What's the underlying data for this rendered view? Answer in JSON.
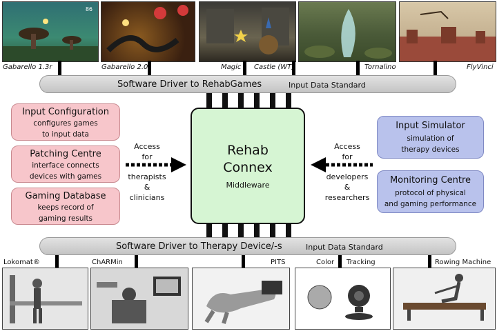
{
  "games": [
    {
      "label": "Gabarello 1.3r",
      "counter": "86"
    },
    {
      "label": "Gabarello 2.0"
    },
    {
      "label": "Magic"
    },
    {
      "label": "Castle (WT)"
    },
    {
      "label": "Tornalino"
    },
    {
      "label": "FlyVinci"
    }
  ],
  "top_bar": {
    "title": "Software Driver to RehabGames",
    "subtitle": "Input Data Standard"
  },
  "bottom_bar": {
    "title": "Software Driver to Therapy Device/-s",
    "subtitle": "Input Data Standard"
  },
  "left_boxes": [
    {
      "title": "Input Configuration",
      "line1": "configures games",
      "line2": "to input data"
    },
    {
      "title": "Patching Centre",
      "line1": "interface connects",
      "line2": "devices with games"
    },
    {
      "title": "Gaming Database",
      "line1": "keeps record of",
      "line2": "gaming results"
    }
  ],
  "right_boxes": [
    {
      "title": "Input Simulator",
      "line1": "simulation of",
      "line2": "therapy devices"
    },
    {
      "title": "Monitoring Centre",
      "line1": "protocol of physical",
      "line2": "and gaming performance"
    }
  ],
  "center": {
    "line1": "Rehab",
    "line2": "Connex",
    "sub": "Middleware"
  },
  "access_left": {
    "l1": "Access",
    "l2": "for",
    "l3": "therapists",
    "l4": "&",
    "l5": "clinicians"
  },
  "access_right": {
    "l1": "Access",
    "l2": "for",
    "l3": "developers",
    "l4": "&",
    "l5": "researchers"
  },
  "devices": [
    {
      "label": "Lokomat®"
    },
    {
      "label": "ChARMin"
    },
    {
      "label": "PITS"
    },
    {
      "label": "Color"
    },
    {
      "label": "Tracking"
    },
    {
      "label": "Rowing Machine"
    }
  ],
  "colors": {
    "left_box": "#f7c6cb",
    "right_box": "#b9c2ec",
    "center": "#d6f5d3",
    "bar": "#d0d0d0"
  }
}
